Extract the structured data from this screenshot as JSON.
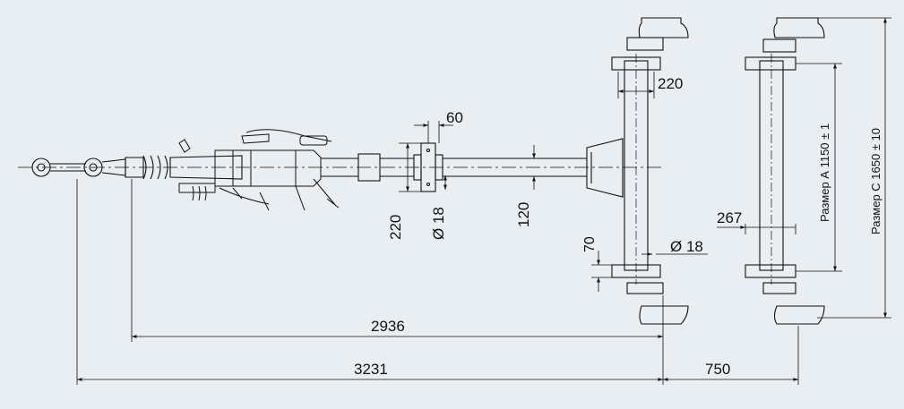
{
  "drawing": {
    "background_color": "#e9eef3",
    "line_color": "#111111",
    "dimensions": {
      "d_220_top": "220",
      "d_60": "60",
      "d_220_side": "220",
      "d_dia18_left": "Ø 18",
      "d_120": "120",
      "d_70": "70",
      "d_dia18_right": "Ø 18",
      "d_267": "267",
      "d_2936": "2936",
      "d_3231": "3231",
      "d_750": "750",
      "d_razmer_a": "Размер А 1150 ± 1",
      "d_razmer_c": "Размер С 1650 ± 10"
    }
  }
}
